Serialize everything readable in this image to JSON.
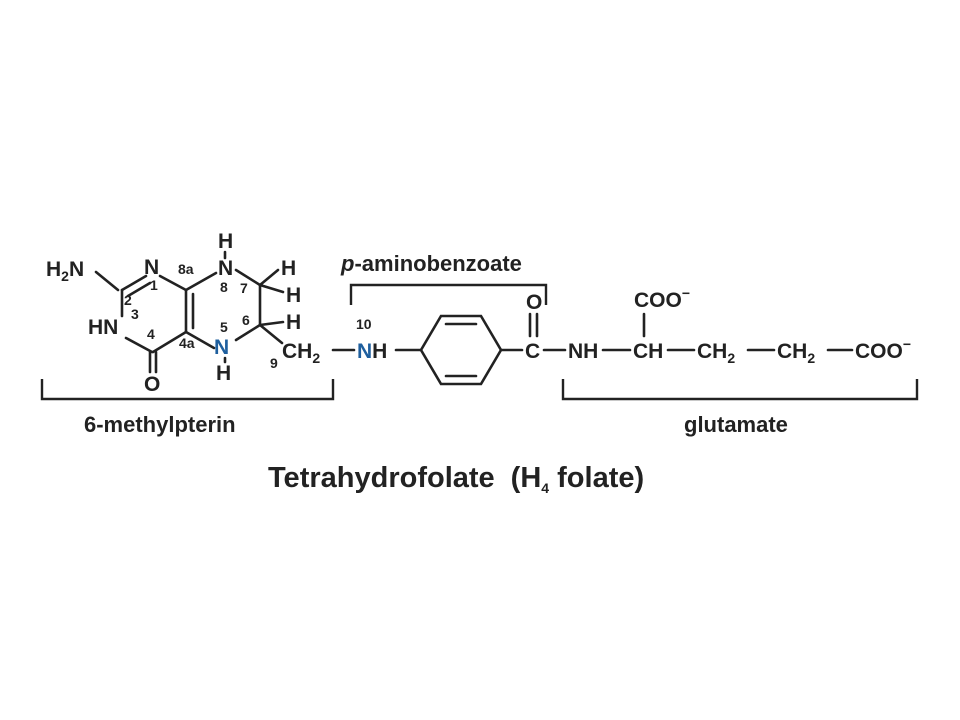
{
  "colors": {
    "text": "#222222",
    "highlight_n": "#1f5f9e",
    "background": "#ffffff"
  },
  "title": {
    "main": "Tetrahydrofolate",
    "paren_open": "(H",
    "paren_sub": "4",
    "paren_rest": " folate)"
  },
  "regions": {
    "pterin": "6-methylpterin",
    "pab_prefix": "p",
    "pab_rest": "-aminobenzoate",
    "glutamate": "glutamate"
  },
  "atoms": {
    "h2n_H": "H",
    "h2n_sub": "2",
    "h2n_N": "N",
    "n1": "N",
    "hn3": "HN",
    "o4": "O",
    "n5": "N",
    "h5": "H",
    "n8": "N",
    "h8": "H",
    "h7a": "H",
    "h7b": "H",
    "h6": "H",
    "ch2_c9": "CH",
    "ch2_c9_sub": "2",
    "n10": "N",
    "n10_h": "H",
    "co_o": "O",
    "co_c": "C",
    "amide_nh": "NH",
    "alpha_ch": "CH",
    "coo_top": "COO",
    "charge_top": "−",
    "ch2_b": "CH",
    "ch2_b_sub": "2",
    "ch2_g": "CH",
    "ch2_g_sub": "2",
    "coo_end": "COO",
    "charge_end": "−"
  },
  "positions": {
    "p1": "1",
    "p2": "2",
    "p3": "3",
    "p4": "4",
    "p4a": "4a",
    "p5": "5",
    "p6": "6",
    "p7": "7",
    "p8": "8",
    "p8a": "8a",
    "p9": "9",
    "p10": "10"
  }
}
